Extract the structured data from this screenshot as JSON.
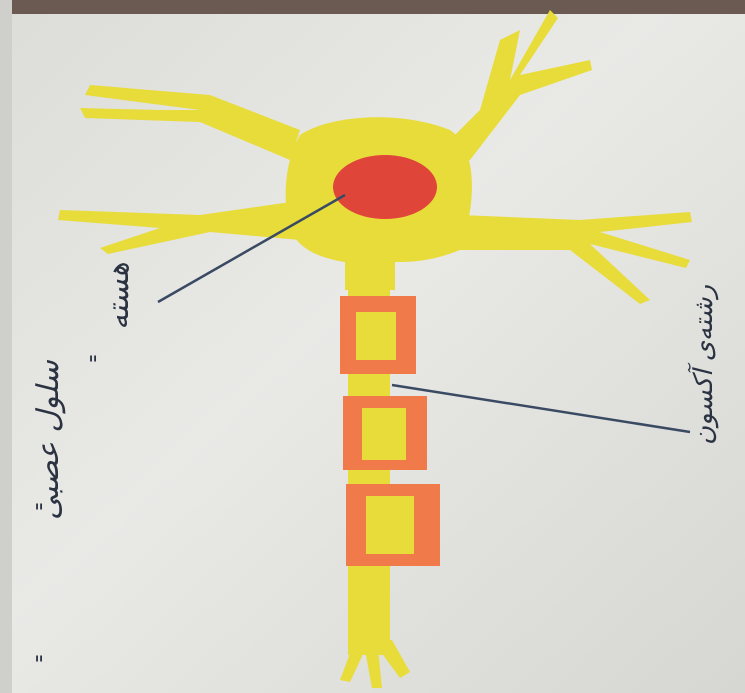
{
  "photo": {
    "labels": {
      "nucleus": "هسته",
      "axon": "رشته‌ی آکسون",
      "title": "سلول عصبی"
    },
    "colors": {
      "paper": "#e6e6e3",
      "neuron": "#e8dc3a",
      "nucleus": "#e0453a",
      "myelin": "#f07a4a",
      "pointer": "#3a4a63"
    }
  }
}
